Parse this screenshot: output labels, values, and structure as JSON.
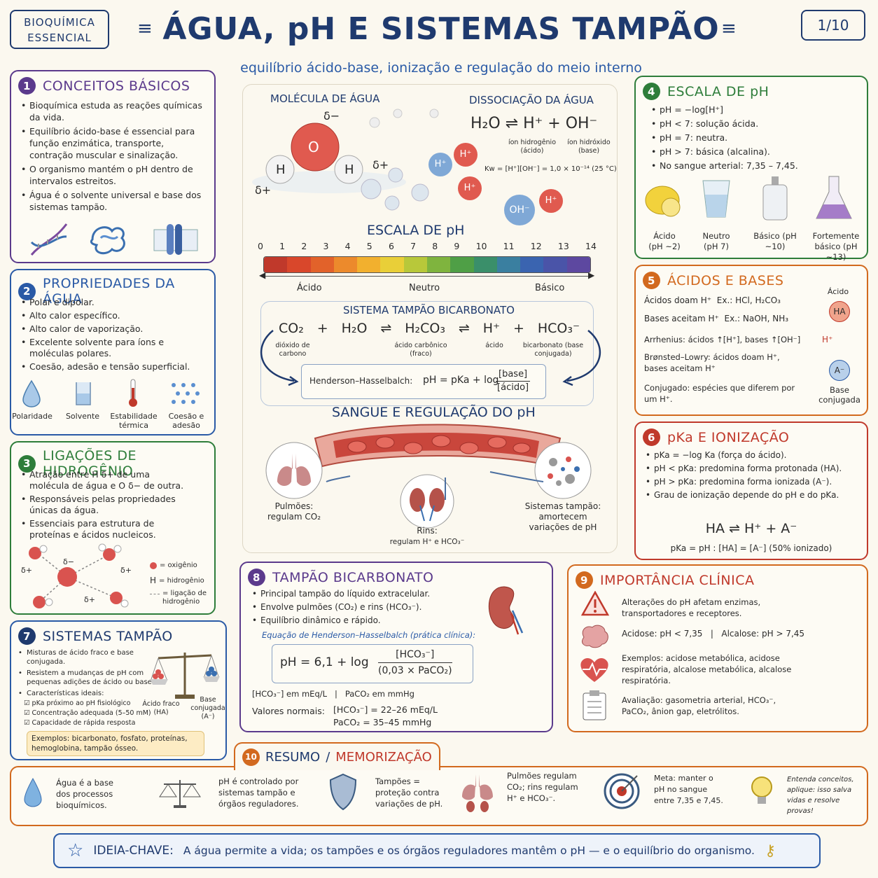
{
  "header": {
    "badge_line1": "BIOQUÍMICA",
    "badge_line2": "ESSENCIAL",
    "title": "ÁGUA, pH E SISTEMAS TAMPÃO",
    "subtitle": "equilíbrio ácido-base, ionização e regulação do meio interno",
    "page": "1/10"
  },
  "s1": {
    "num": "1",
    "title": "CONCEITOS BÁSICOS",
    "bullets": [
      "Bioquímica estuda as reações químicas da vida.",
      "Equilíbrio ácido-base é essencial para função enzimática, transporte, contração muscular e sinalização.",
      "O organismo mantém o pH dentro de intervalos estreitos.",
      "Água é o solvente universal e base dos sistemas tampão."
    ]
  },
  "s2": {
    "num": "2",
    "title": "PROPRIEDADES DA ÁGUA",
    "bullets": [
      "Polar e dipolar.",
      "Alto calor específico.",
      "Alto calor de vaporização.",
      "Excelente solvente para íons e moléculas polares.",
      "Coesão, adesão e tensão superficial."
    ],
    "icons": [
      "Polaridade",
      "Solvente",
      "Estabilidade térmica",
      "Coesão e adesão"
    ]
  },
  "s3": {
    "num": "3",
    "title": "LIGAÇÕES DE HIDROGÊNIO",
    "bullets": [
      "Atração entre H δ+ de uma molécula de água e O δ− de outra.",
      "Responsáveis pelas propriedades únicas da água.",
      "Essenciais para estrutura de proteínas e ácidos nucleicos."
    ],
    "legend_o": "= oxigênio",
    "legend_h": "= hidrogênio",
    "legend_bond": "= ligação de hidrogênio",
    "dminus": "δ−",
    "dplus": "δ+",
    "o": "O",
    "h": "H"
  },
  "center": {
    "molecule_title": "MOLÉCULA DE ÁGUA",
    "dissoc_title": "DISSOCIAÇÃO DA ÁGUA",
    "o": "O",
    "h": "H",
    "dminus": "δ−",
    "dplus": "δ+",
    "hplus": "H⁺",
    "ohminus": "OH⁻",
    "eq_left": "H₂O",
    "eq_arrow": "⇌",
    "eq_right": "H⁺ + OH⁻",
    "ion_h": "íon hidrogênio (ácido)",
    "ion_oh": "íon hidróxido (base)",
    "kw": "Kw = [H⁺][OH⁻] = 1,0 × 10⁻¹⁴ (25 °C)",
    "scale_title": "ESCALA DE pH",
    "scale_numbers": [
      "0",
      "1",
      "2",
      "3",
      "4",
      "5",
      "6",
      "7",
      "8",
      "9",
      "10",
      "11",
      "12",
      "13",
      "14"
    ],
    "scale_acid": "Ácido",
    "scale_neutral": "Neutro",
    "scale_basic": "Básico",
    "buffer_title": "SISTEMA TAMPÃO BICARBONATO",
    "buf_co2": "CO₂",
    "buf_plus": "+",
    "buf_h2o": "H₂O",
    "buf_arrow": "⇌",
    "buf_h2co3": "H₂CO₃",
    "buf_h": "H⁺",
    "buf_hco3": "HCO₃⁻",
    "buf_co2_lbl": "dióxido de carbono",
    "buf_h2co3_lbl": "ácido carbônico (fraco)",
    "buf_h_lbl": "ácido",
    "buf_hco3_lbl": "bicarbonato (base conjugada)",
    "hh_label": "Henderson–Hasselbalch:",
    "hh_eq": "pH = pKa + log",
    "hh_num": "[base]",
    "hh_den": "[ácido]",
    "blood_title": "SANGUE E REGULAÇÃO DO pH",
    "lungs": "Pulmões: regulam CO₂",
    "kidneys_title": "Rins:",
    "kidneys": "regulam H⁺ e HCO₃⁻",
    "buffers": "Sistemas tampão: amortecem variações de pH"
  },
  "s4": {
    "num": "4",
    "title": "ESCALA DE pH",
    "bullets": [
      "pH = −log[H⁺]",
      "pH < 7: solução ácida.",
      "pH = 7: neutra.",
      "pH > 7: básica (alcalina).",
      "No sangue arterial: 7,35 – 7,45."
    ],
    "items": [
      "Ácido (pH ~2)",
      "Neutro (pH 7)",
      "Básico (pH ~10)",
      "Fortemente básico (pH ~13)"
    ]
  },
  "s5": {
    "num": "5",
    "title": "ÁCIDOS E BASES",
    "l1a": "Ácidos doam H⁺",
    "l1b": "Ex.: HCl, H₂CO₃",
    "l2a": "Bases aceitam H⁺",
    "l2b": "Ex.: NaOH, NH₃",
    "l3": "Arrhenius: ácidos ↑[H⁺], bases ↑[OH⁻]",
    "l4": "Brønsted–Lowry: ácidos doam H⁺, bases aceitam H⁺",
    "l5": "Conjugado: espécies que diferem por um H⁺.",
    "acid_lbl": "Ácido",
    "ha": "HA",
    "hplus": "H⁺",
    "aminus": "A⁻",
    "base_lbl": "Base conjugada"
  },
  "s6": {
    "num": "6",
    "title": "pKa E IONIZAÇÃO",
    "bullets": [
      "pKa = −log Ka (força do ácido).",
      "pH < pKa: predomina forma protonada (HA).",
      "pH > pKa: predomina forma ionizada (A⁻).",
      "Grau de ionização depende do pH e do pKa."
    ],
    "eq": "HA ⇌ H⁺ + A⁻",
    "eq2": "pKa = pH : [HA] = [A⁻] (50% ionizado)"
  },
  "s7": {
    "num": "7",
    "title": "SISTEMAS TAMPÃO",
    "bullets": [
      "Misturas de ácido fraco e base conjugada.",
      "Resistem a mudanças de pH com pequenas adições de ácido ou base.",
      "Características ideais:"
    ],
    "checks": [
      "pKa próximo ao pH fisiológico",
      "Concentração adequada (5–50 mM)",
      "Capacidade de rápida resposta"
    ],
    "acid_lbl": "Ácido fraco (HA)",
    "base_lbl": "Base conjugada (A⁻)",
    "examples": "Exemplos: bicarbonato, fosfato, proteínas, hemoglobina, tampão ósseo."
  },
  "s8": {
    "num": "8",
    "title": "TAMPÃO BICARBONATO",
    "bullets": [
      "Principal tampão do líquido extracelular.",
      "Envolve pulmões (CO₂) e rins (HCO₃⁻).",
      "Equilíbrio dinâmico e rápido."
    ],
    "eq_title": "Equação de Henderson–Hasselbalch (prática clínica):",
    "eq_left": "pH = 6,1 + log",
    "eq_num": "[HCO₃⁻]",
    "eq_den": "(0,03 × PaCO₂)",
    "units": "[HCO₃⁻] em mEq/L   |   PaCO₂ em mmHg",
    "normals_lbl": "Valores normais:",
    "normal1": "[HCO₃⁻] = 22–26 mEq/L",
    "normal2": "PaCO₂ = 35–45 mmHg"
  },
  "s9": {
    "num": "9",
    "title": "IMPORTÂNCIA CLÍNICA",
    "items": [
      "Alterações do pH afetam enzimas, transportadores e receptores.",
      "Acidose: pH < 7,35   |   Alcalose: pH > 7,45",
      "Exemplos: acidose metabólica, acidose respiratória, alcalose metabólica, alcalose respiratória.",
      "Avaliação: gasometria arterial, HCO₃⁻, PaCO₂, ânion gap, eletrólitos."
    ]
  },
  "s10": {
    "num": "10",
    "title_a": "RESUMO",
    "slash": "/",
    "title_b": "MEMORIZAÇÃO",
    "items": [
      "Água é a base dos processos bioquímicos.",
      "pH é controlado por sistemas tampão e órgãos reguladores.",
      "Tampões = proteção contra variações de pH.",
      "Pulmões regulam CO₂; rins regulam H⁺ e HCO₃⁻.",
      "Meta: manter o pH no sangue entre 7,35 e 7,45.",
      "Entenda conceitos, aplique: isso salva vidas e resolve provas!"
    ]
  },
  "footer": {
    "label": "IDEIA-CHAVE:",
    "text": "A água permite a vida; os tampões e os órgãos reguladores mantêm o pH — e o equilíbrio do organismo."
  },
  "colors": {
    "purple": "#5b3a8c",
    "blue": "#2a5aa6",
    "green": "#2e7d3a",
    "orange": "#d2691e",
    "red": "#c0392b",
    "navy": "#1f3a6e"
  }
}
